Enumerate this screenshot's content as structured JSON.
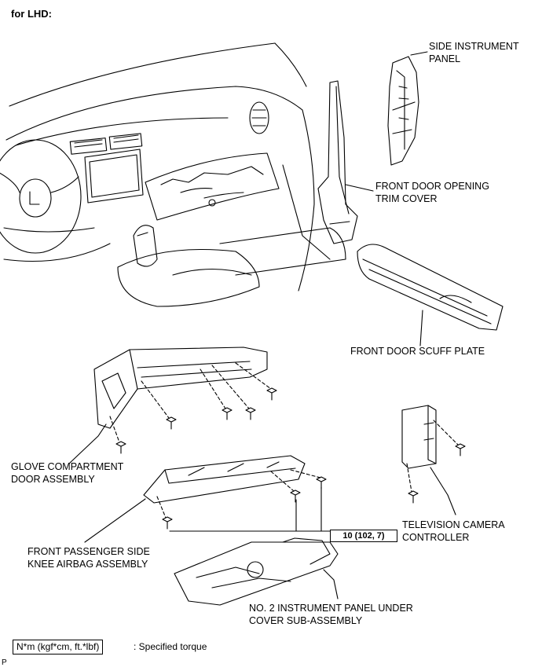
{
  "header": {
    "variant": "for LHD:"
  },
  "parts": {
    "side_instrument_panel": "SIDE INSTRUMENT\nPANEL",
    "front_door_opening_trim_cover": "FRONT DOOR OPENING\nTRIM COVER",
    "front_door_scuff_plate": "FRONT DOOR SCUFF PLATE",
    "glove_compartment_door_assembly": "GLOVE COMPARTMENT\nDOOR ASSEMBLY",
    "television_camera_controller": "TELEVISION CAMERA\nCONTROLLER",
    "front_passenger_side_knee_airbag_assembly": "FRONT PASSENGER SIDE\nKNEE AIRBAG ASSEMBLY",
    "no2_instrument_panel_under_cover": "NO. 2 INSTRUMENT PANEL UNDER\nCOVER SUB-ASSEMBLY"
  },
  "torque": {
    "value": "10 (102, 7)"
  },
  "legend": {
    "units": "N*m (kgf*cm, ft.*lbf)",
    "description": ": Specified torque"
  },
  "footer": {
    "code": "P"
  }
}
